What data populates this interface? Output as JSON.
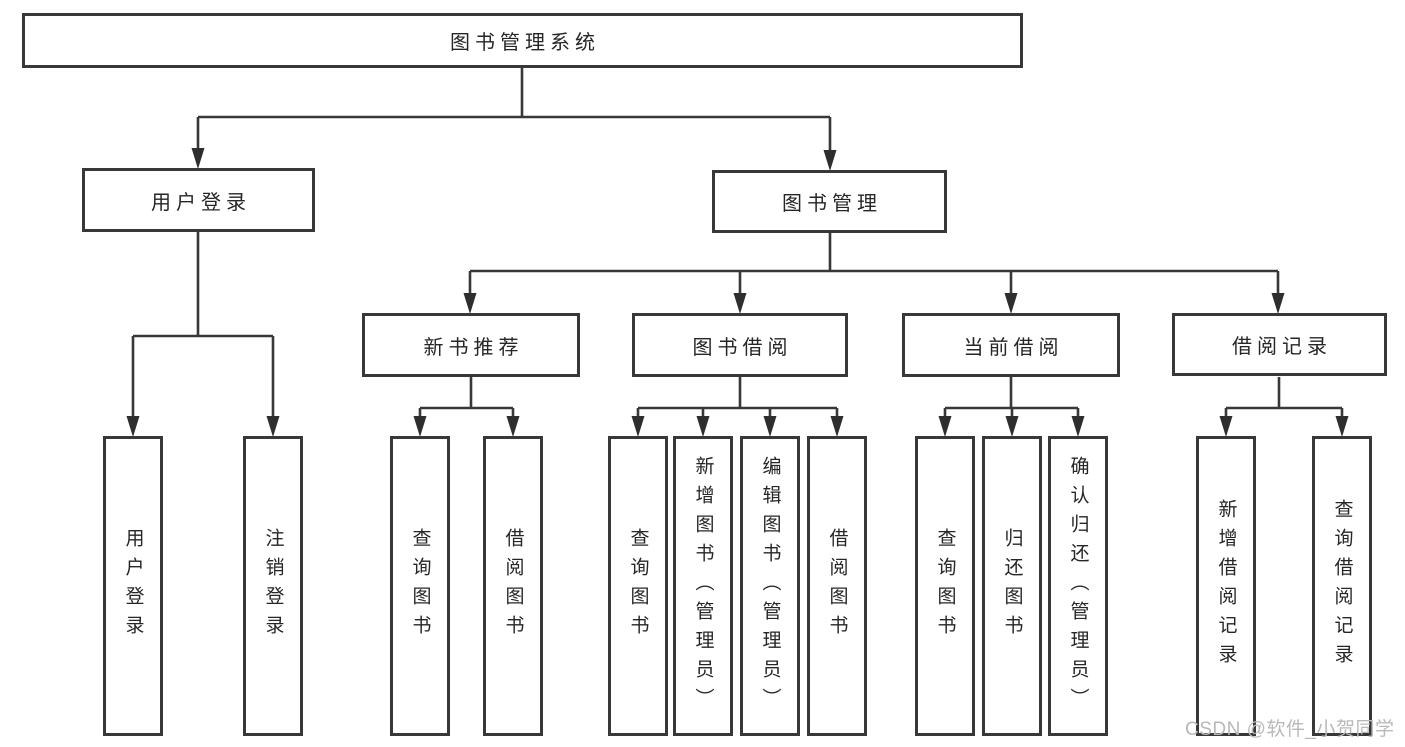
{
  "tree": {
    "root": "图书管理系统",
    "children": [
      {
        "label": "用户登录",
        "children": [
          "用户登录",
          "注销登录"
        ]
      },
      {
        "label": "图书管理",
        "children": [
          {
            "label": "新书推荐",
            "children": [
              "查询图书",
              "借阅图书"
            ]
          },
          {
            "label": "图书借阅",
            "children": [
              "查询图书",
              "新增图书（管理员）",
              "编辑图书（管理员）",
              "借阅图书"
            ]
          },
          {
            "label": "当前借阅",
            "children": [
              "查询图书",
              "归还图书",
              "确认归还（管理员）"
            ]
          },
          {
            "label": "借阅记录",
            "children": [
              "新增借阅记录",
              "查询借阅记录"
            ]
          }
        ]
      }
    ]
  },
  "watermark": {
    "text": "CSDN @软件_小贺同学"
  },
  "colors": {
    "line": "#383838",
    "arrow": "#2e2e2e",
    "text": "#262626",
    "bg": "#ffffff",
    "watermark": "#b9b9b9"
  }
}
